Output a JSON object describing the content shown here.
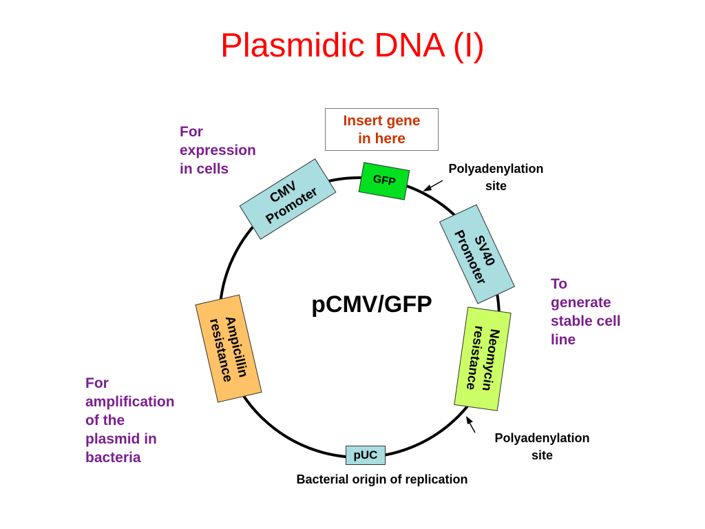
{
  "title": "Plasmidic DNA (I)",
  "plasmid": {
    "name": "pCMV/GFP",
    "segments": {
      "cmv": "CMV\nPromoter",
      "gfp": "GFP",
      "sv40": "SV40\nPromoter",
      "neomycin": "Neomycin\nresistance",
      "puc": "pUC",
      "ampicillin": "Ampicillin\nresistance"
    }
  },
  "annotations": {
    "insert_gene": "Insert gene\nin here",
    "expression": "For\nexpression\nin cells",
    "polyA_top": "Polyadenylation\nsite",
    "stable": "To\ngenerate\nstable cell\nline",
    "polyA_bottom": "Polyadenylation\nsite",
    "origin": "Bacterial origin of replication",
    "amplification": "For\namplification\nof the\nplasmid in\nbacteria"
  },
  "colors": {
    "title": "#ff0000",
    "note": "#7a1f8f",
    "insert": "#cc3300",
    "promoter": "#a9dde0",
    "gfp": "#00e020",
    "resistance_green": "#ccff66",
    "resistance_orange": "#ffc266",
    "puc": "#a9dde0"
  }
}
